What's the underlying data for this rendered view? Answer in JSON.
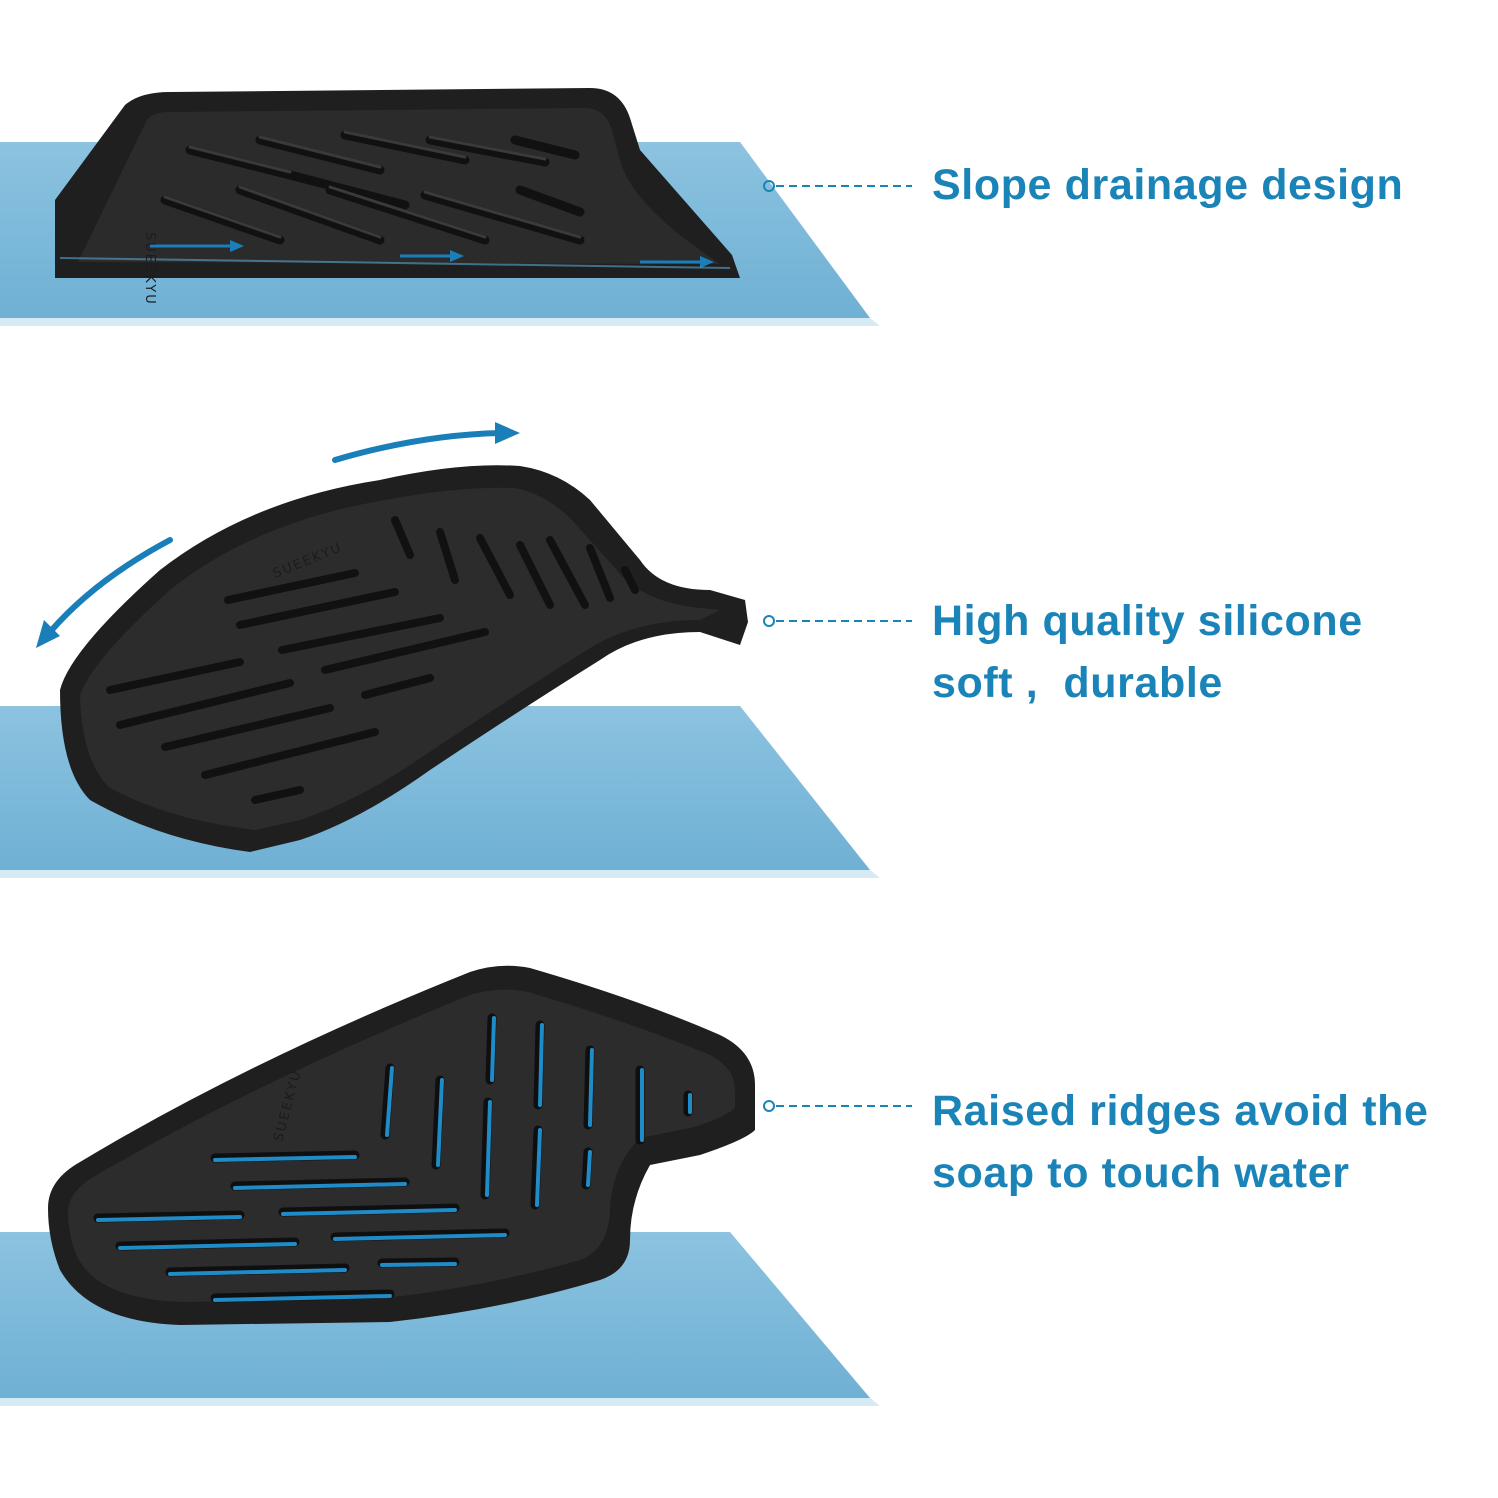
{
  "features": [
    {
      "lines": [
        "Slope drainage design"
      ]
    },
    {
      "lines": [
        "High quality silicone",
        "soft ,  durable"
      ]
    },
    {
      "lines": [
        "Raised ridges avoid the",
        "soap to touch water"
      ]
    }
  ],
  "brand_mark": "SUEEKYU",
  "colors": {
    "accent_text": "#1a84b8",
    "mat_blue": "#78b6d8",
    "tray_black": "#202020",
    "arrow_blue": "#1a7fb8"
  }
}
